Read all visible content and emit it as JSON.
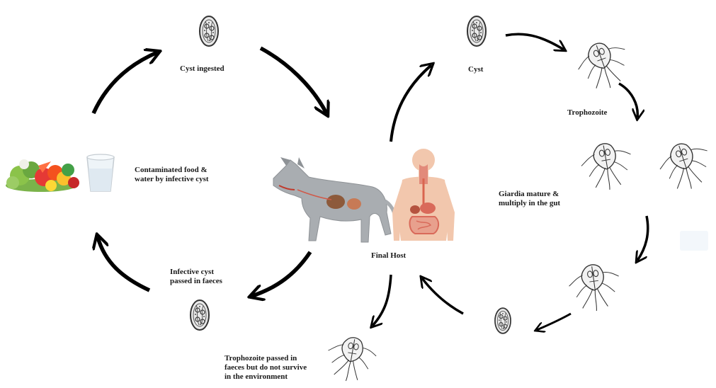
{
  "labels": {
    "cyst_ingested": "Cyst ingested",
    "contaminated": [
      "Contaminated food &",
      "water by infective cyst"
    ],
    "infective_cyst": [
      "Infective cyst",
      "passed in faeces"
    ],
    "final_host": "Final Host",
    "cyst": "Cyst",
    "trophozoite": "Trophozoite",
    "giardia": [
      "Giardia mature &",
      "multiply in the gut"
    ],
    "tropho_passed": [
      "Trophozoite passed in",
      "faeces but do not survive",
      "in the environment"
    ]
  },
  "colors": {
    "arrow": "#000000",
    "text": "#1a1a1a",
    "dog_fur": "#a9adb1",
    "skin": "#f2c7ad",
    "organ": "#d96a5a"
  },
  "icons": [
    "cyst-icon",
    "trophozoite-icon",
    "dog-icon",
    "human-body-icon",
    "vegetables-icon",
    "water-glass-icon"
  ]
}
